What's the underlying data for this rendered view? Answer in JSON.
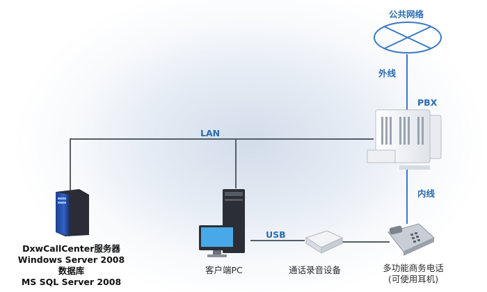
{
  "labels": {
    "public_network": "公共网络",
    "outer_line": "外线",
    "pbx": "PBX",
    "inner_line": "内线",
    "lan": "LAN",
    "usb": "USB"
  },
  "nodes": {
    "server": {
      "lines": [
        "DxwCallCenter服务器",
        "Windows Server 2008",
        "数据库",
        "MS SQL Server 2008"
      ]
    },
    "client_pc": {
      "label": "客户端PC"
    },
    "recorder": {
      "label": "通话录音设备"
    },
    "phone": {
      "lines": [
        "多功能商务电话",
        "(可使用耳机)"
      ]
    }
  },
  "colors": {
    "accent": "#2b6cb0",
    "line": "#555d66"
  }
}
